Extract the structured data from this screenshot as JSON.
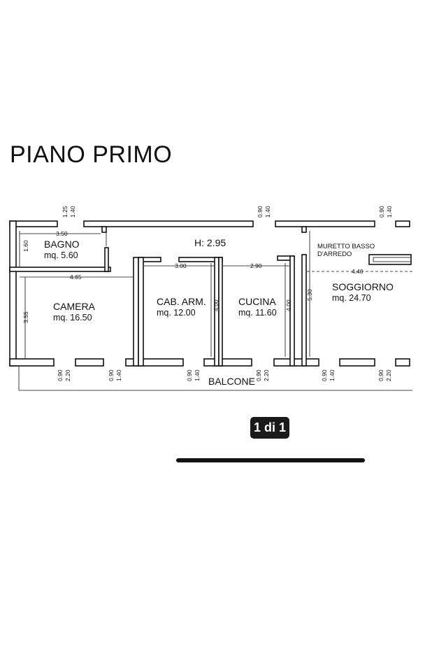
{
  "title": "PIANO PRIMO",
  "height_label": "H: 2.95",
  "rooms": {
    "bagno": {
      "name": "BAGNO",
      "area": "mq. 5.60"
    },
    "camera": {
      "name": "CAMERA",
      "area": "mq. 16.50"
    },
    "cab_arm": {
      "name": "CAB. ARM.",
      "area": "mq. 12.00"
    },
    "cucina": {
      "name": "CUCINA",
      "area": "mq. 11.60"
    },
    "soggiorno": {
      "name": "SOGGIORNO",
      "area": "mq. 24.70"
    },
    "balcone": {
      "name": "BALCONE"
    }
  },
  "note": {
    "line1": "MURETTO BASSO",
    "line2": "D'ARREDO"
  },
  "dimensions": {
    "bagno_width": "3.50",
    "bagno_height": "1.60",
    "camera_width": "4.65",
    "camera_height": "3.55",
    "cab_width": "3.00",
    "cab_height": "4.00",
    "cucina_width": "2.90",
    "cucina_height": "4.00",
    "soggiorno_width": "4.40",
    "soggiorno_height": "5.30"
  },
  "window_labels": {
    "top1": [
      "1.25",
      "1.40"
    ],
    "top2": [
      "0.90",
      "1.40"
    ],
    "top3": [
      "0.90",
      "1.40"
    ],
    "bot1": [
      "0.90",
      "2.20"
    ],
    "bot2": [
      "0.90",
      "1.40"
    ],
    "bot3": [
      "0.90",
      "1.40"
    ],
    "bot4": [
      "0.90",
      "2.20"
    ],
    "bot5": [
      "0.90",
      "1.40"
    ],
    "bot6": [
      "0.90",
      "2.20"
    ]
  },
  "page_indicator": "1 di 1"
}
